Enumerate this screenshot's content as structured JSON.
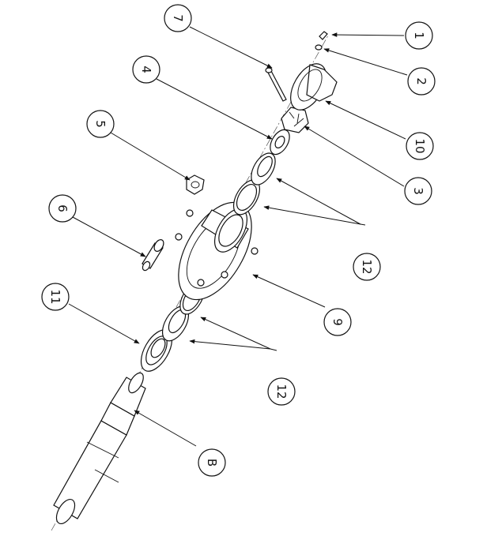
{
  "callouts": [
    {
      "label": "1"
    },
    {
      "label": "2"
    },
    {
      "label": "3"
    },
    {
      "label": "4"
    },
    {
      "label": "5"
    },
    {
      "label": "6"
    },
    {
      "label": "7"
    },
    {
      "label": "9"
    },
    {
      "label": "10"
    },
    {
      "label": "11"
    },
    {
      "label": "12"
    },
    {
      "label": "12"
    },
    {
      "label": "B"
    }
  ]
}
